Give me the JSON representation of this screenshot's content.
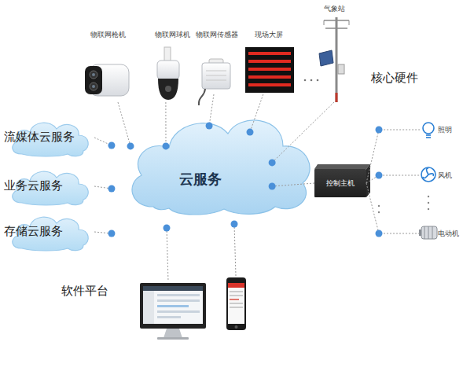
{
  "diagram": {
    "nodes": [
      {
        "text": [
          "云服务"
        ]
      },
      {
        "text": [
          "流媒体云服务"
        ]
      },
      {
        "text": [
          "业务云服务"
        ]
      },
      {
        "text": [
          "存储云服务"
        ]
      },
      {
        "text": [
          "物联网枪机"
        ]
      },
      {
        "text": [
          "物联网球机"
        ]
      },
      {
        "text": [
          "物联网传感器"
        ]
      },
      {
        "text": [
          "现场大屏"
        ]
      },
      {
        "text": [
          "气象站"
        ]
      },
      {
        "text": [
          "控制主机"
        ]
      },
      {
        "text": [
          "照明"
        ]
      },
      {
        "text": [
          "风机"
        ]
      },
      {
        "text": [
          "电动机"
        ]
      }
    ],
    "edges": [
      {
        "from": 1,
        "to": 0,
        "arrow": "none"
      },
      {
        "from": 2,
        "to": 0,
        "arrow": "none"
      },
      {
        "from": 3,
        "to": 0,
        "arrow": "none"
      },
      {
        "from": 4,
        "to": 0,
        "arrow": "none"
      },
      {
        "from": 5,
        "to": 0,
        "arrow": "none"
      },
      {
        "from": 6,
        "to": 0,
        "arrow": "none"
      },
      {
        "from": 7,
        "to": 0,
        "arrow": "none"
      },
      {
        "from": 8,
        "to": 0,
        "arrow": "none"
      },
      {
        "from": 0,
        "to": 9,
        "arrow": "none"
      },
      {
        "from": 9,
        "to": 10,
        "arrow": "none"
      },
      {
        "from": 9,
        "to": 11,
        "arrow": "none"
      },
      {
        "from": 9,
        "to": 12,
        "arrow": "none"
      }
    ],
    "labels": [
      "核心硬件",
      "软件平台"
    ]
  }
}
